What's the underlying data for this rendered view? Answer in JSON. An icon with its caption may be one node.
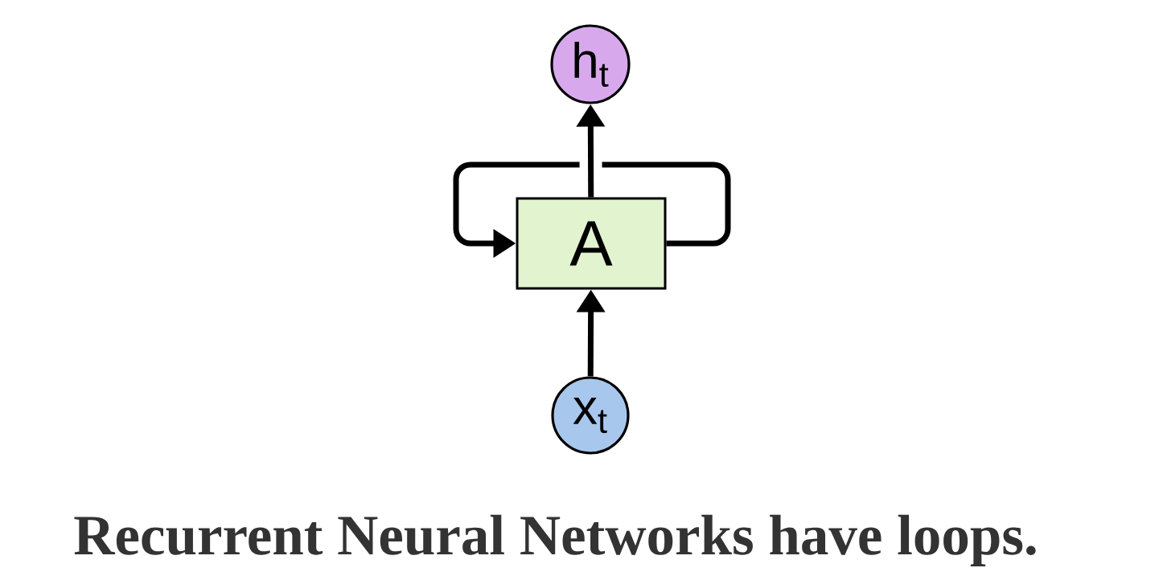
{
  "diagram": {
    "caption": "Recurrent Neural Networks have loops.",
    "nodes": [
      {
        "text": [
          "h$_{t}$"
        ]
      },
      {
        "text": [
          "A"
        ]
      },
      {
        "text": [
          "x$_{t}$"
        ]
      }
    ],
    "edges": [
      {
        "from": 2,
        "to": 1,
        "arrow": "to"
      },
      {
        "from": 1,
        "to": 0,
        "arrow": "to"
      },
      {
        "from": 1,
        "to": 1,
        "arrow": "to"
      }
    ]
  }
}
